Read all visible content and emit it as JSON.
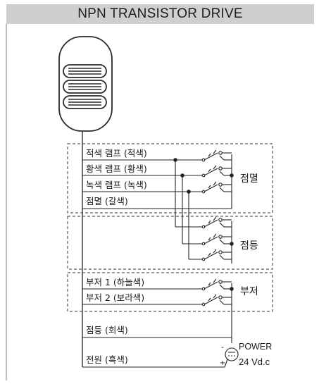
{
  "header": {
    "title": "NPN TRANSISTOR DRIVE"
  },
  "wires": [
    {
      "label": "적색 램프 (적색)"
    },
    {
      "label": "황색 램프 (황색)"
    },
    {
      "label": "녹색 램프 (녹색)"
    },
    {
      "label": "점멸 (갈색)"
    },
    {
      "label": "부저 1 (하늘색)"
    },
    {
      "label": "부저 2 (보라색)"
    },
    {
      "label": "점등 (회색)"
    },
    {
      "label": "전원 (흑색)"
    }
  ],
  "groups": {
    "blink": "점멸",
    "steady": "점등",
    "buzzer": "부저"
  },
  "power": {
    "label": "POWER",
    "voltage": "24 Vd.c",
    "minus": "-",
    "plus": "+"
  }
}
